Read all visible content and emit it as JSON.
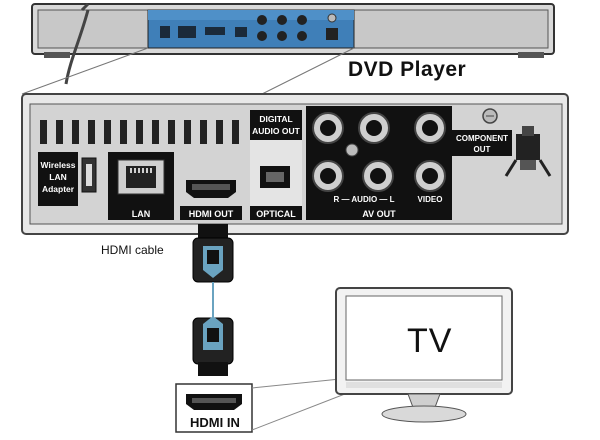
{
  "diagram": {
    "device_label": "DVD Player",
    "cable_label": "HDMI cable",
    "tv_label": "TV",
    "panel_labels": {
      "wireless": [
        "Wireless",
        "LAN",
        "Adapter"
      ],
      "lan": "LAN",
      "hdmi_out": "HDMI OUT",
      "digital_audio": [
        "DIGITAL",
        "AUDIO OUT"
      ],
      "optical": "OPTICAL",
      "component": [
        "COMPONENT",
        "OUT"
      ],
      "audio": "R — AUDIO — L",
      "av_out": "AV OUT",
      "video": "VIDEO"
    },
    "hdmi_in_label": "HDMI IN"
  }
}
